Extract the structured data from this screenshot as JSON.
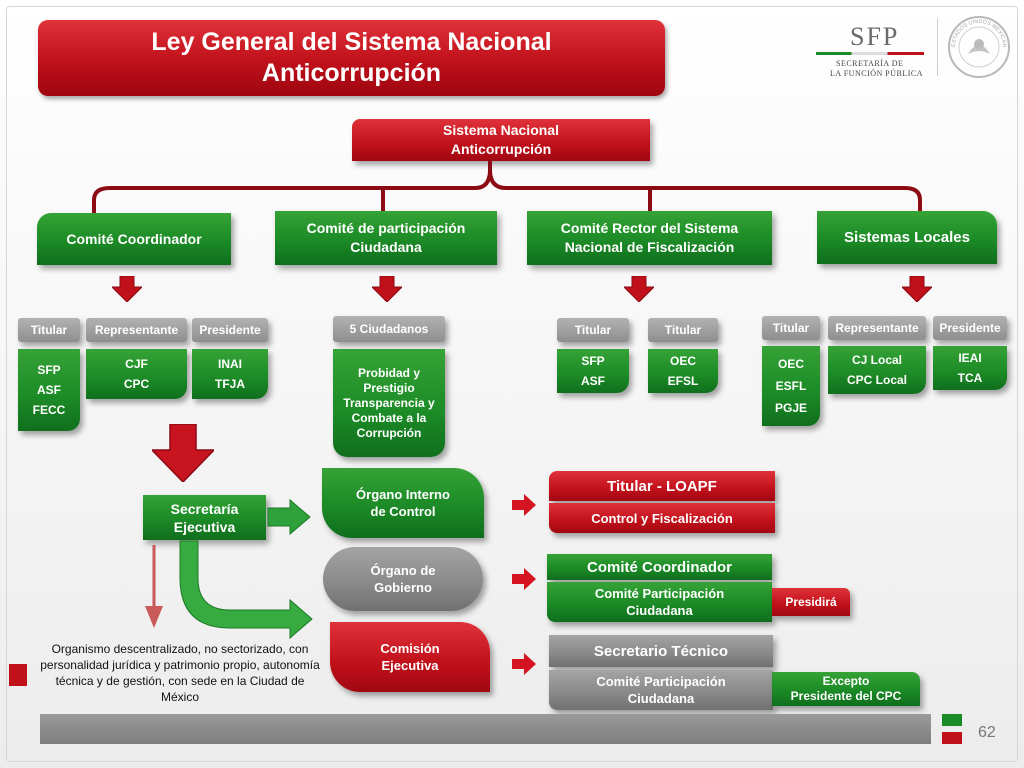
{
  "title": {
    "line1": "Ley General del Sistema Nacional",
    "line2": "Anticorrupción"
  },
  "logo": {
    "acronym": "SFP",
    "line1": "SECRETARÍA DE",
    "line2": "LA FUNCIÓN PÚBLICA",
    "seal_text": "ESTADOS UNIDOS MEXICANOS"
  },
  "root": {
    "line1": "Sistema Nacional",
    "line2": "Anticorrupción"
  },
  "committees": [
    {
      "line1": "Comité Coordinador",
      "line2": ""
    },
    {
      "line1": "Comité de participación",
      "line2": "Ciudadana"
    },
    {
      "line1": "Comité  Rector del Sistema",
      "line2": "Nacional de Fiscalización"
    },
    {
      "line1": "Sistemas Locales",
      "line2": ""
    }
  ],
  "coordinador": {
    "tabs": [
      "Titular",
      "Representante",
      "Presidente"
    ],
    "titular": [
      "SFP",
      "ASF",
      "FECC"
    ],
    "representante": [
      "CJF",
      "CPC"
    ],
    "presidente": [
      "INAI",
      "TFJA"
    ]
  },
  "participacion": {
    "tab": "5 Ciudadanos",
    "lines": [
      "Probidad y",
      "Prestigio",
      "Transparencia y",
      "Combate a la",
      "Corrupción"
    ]
  },
  "rector": {
    "tabs": [
      "Titular",
      "Titular"
    ],
    "titular1": [
      "SFP",
      "ASF"
    ],
    "titular2": [
      "OEC",
      "EFSL"
    ]
  },
  "locales": {
    "tabs": [
      "Titular",
      "Representante",
      "Presidente"
    ],
    "titular": [
      "OEC",
      "ESFL",
      "PGJE"
    ],
    "representante": [
      "CJ Local",
      "CPC Local"
    ],
    "presidente": [
      "IEAI",
      "TCA"
    ]
  },
  "secretaria": {
    "line1": "Secretaría",
    "line2": "Ejecutiva"
  },
  "organs": [
    {
      "line1": "Órgano Interno",
      "line2": "de Control"
    },
    {
      "line1": "Órgano de",
      "line2": "Gobierno"
    },
    {
      "line1": "Comisión",
      "line2": "Ejecutiva"
    }
  ],
  "right": {
    "titular": "Titular - LOAPF",
    "control": "Control y Fiscalización",
    "cc": "Comité Coordinador",
    "cp1_line1": "Comité Participación",
    "cp1_line2": "Ciudadana",
    "presidira": "Presidirá",
    "st": "Secretario Técnico",
    "cp2_line1": "Comité Participación",
    "cp2_line2": "Ciudadana",
    "excepto_line1": "Excepto",
    "excepto_line2": "Presidente del CPC"
  },
  "note": {
    "line1": "Organismo descentralizado, no sectorizado, con",
    "line2": "personalidad jurídica y patrimonio propio, autonomía",
    "line3": "técnica y de gestión,  con sede en la Ciudad de",
    "line4": "México"
  },
  "page_number": "62",
  "colors": {
    "red": "#c0101a",
    "green": "#1c8a26",
    "gray": "#8e8e8e",
    "dark_red_line": "#8b0a14"
  }
}
